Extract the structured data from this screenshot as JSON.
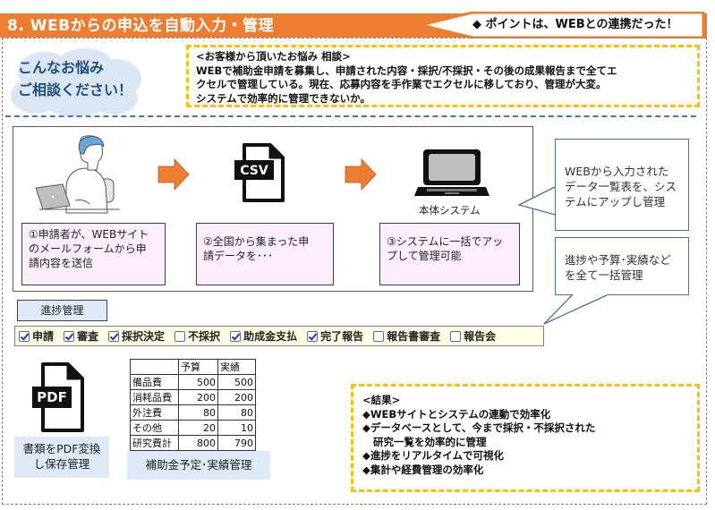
{
  "header": {
    "title": "8. WEBからの申込を自動入力・管理",
    "point": "◆ ポイントは、WEBとの連携だった！",
    "bar_color": "#ED7D31"
  },
  "consult": {
    "cloud_line1": "こんなお悩み",
    "cloud_line2": "ご相談ください！",
    "concern_title": "<お客様から頂いたお悩み 相談>",
    "concern_lines": [
      "WEBで補助金申請を募集し、申請された内容・採択/不採択・その後の成果報告まで全てエ",
      "クセルで管理している。現在、応募内容を手作業でエクセルに移しており、管理が大変。",
      "システムで効率的に管理できないか。"
    ]
  },
  "flow": {
    "steps": [
      {
        "icon": "person-laptop-icon",
        "lines": [
          "①申請者が、WEBサイト",
          "のメールフォームから申",
          "請内容を送信"
        ]
      },
      {
        "icon": "csv-file-icon",
        "icon_label": "CSV",
        "lines": [
          "②全国から集まった申",
          "請データを･･･"
        ]
      },
      {
        "icon": "laptop-icon",
        "icon_label": "本体システム",
        "lines": [
          "③システムに一括でアッ",
          "プして管理可能"
        ]
      }
    ],
    "arrow_color": "#ED7D31"
  },
  "callouts": [
    {
      "lines": [
        "WEBから入力された",
        "データ一覧表を、シス",
        "テムにアップし管理"
      ]
    },
    {
      "lines": [
        "進捗や予算･実績など",
        "を全て一括管理"
      ]
    }
  ],
  "progress": {
    "label": "進捗管理",
    "items": [
      {
        "label": "申請",
        "checked": true
      },
      {
        "label": "審査",
        "checked": true
      },
      {
        "label": "採択決定",
        "checked": true
      },
      {
        "label": "不採択",
        "checked": false
      },
      {
        "label": "助成金支払",
        "checked": true
      },
      {
        "label": "完了報告",
        "checked": true
      },
      {
        "label": "報告書審査",
        "checked": false
      },
      {
        "label": "報告会",
        "checked": false
      }
    ]
  },
  "pdf": {
    "icon_label": "PDF",
    "caption_line1": "書類をPDF変換",
    "caption_line2": "し保存管理"
  },
  "budget": {
    "headers": [
      "",
      "予算",
      "実績"
    ],
    "rows": [
      [
        "備品費",
        "500",
        "500"
      ],
      [
        "消耗品費",
        "200",
        "200"
      ],
      [
        "外注費",
        "80",
        "80"
      ],
      [
        "その他",
        "20",
        "10"
      ],
      [
        "研究費計",
        "800",
        "790"
      ]
    ],
    "caption": "補助金予定･実績管理"
  },
  "result": {
    "title": "<結果>",
    "lines": [
      "◆WEBサイトとシステムの連動で効率化",
      "◆データベースとして、今まで採択・不採択された",
      "研究一覧を効率的に管理",
      "◆進捗をリアルタイムで可視化",
      "◆集計や経費管理の効率化"
    ]
  }
}
